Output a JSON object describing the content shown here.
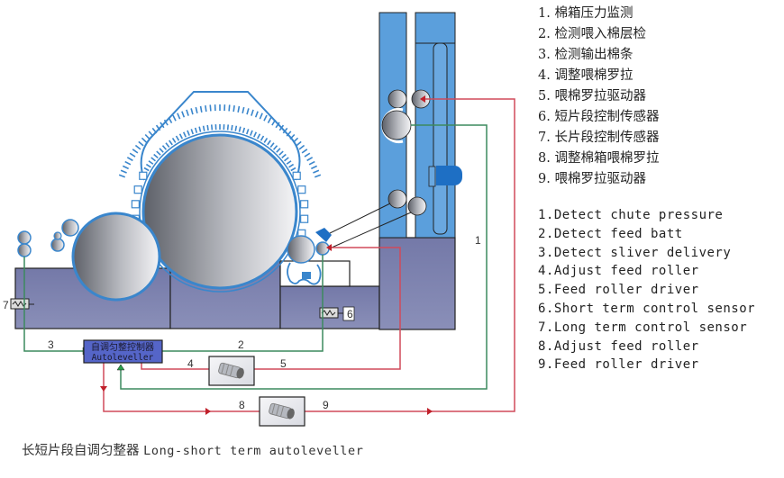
{
  "legend_cn": [
    "1. 棉箱压力监测",
    "2. 检测喂入棉层检",
    "3. 检测输出棉条",
    "4. 调整喂棉罗拉",
    "5. 喂棉罗拉驱动器",
    "6. 短片段控制传感器",
    "7. 长片段控制传感器",
    "8. 调整棉箱喂棉罗拉",
    "9. 喂棉罗拉驱动器"
  ],
  "legend_en": [
    "1.Detect chute pressure",
    "2.Detect feed batt",
    "3.Detect sliver delivery",
    "4.Adjust feed roller",
    "5.Feed roller driver",
    "6.Short term control sensor",
    "7.Long term control sensor",
    "8.Adjust feed roller",
    "9.Feed roller driver"
  ],
  "controller": {
    "label_cn": "自调匀整控制器",
    "label_en": "Autoleveller"
  },
  "line_labels": {
    "l1": "1",
    "l2": "2",
    "l3": "3",
    "l4": "4",
    "l5": "5",
    "l6": "6",
    "l7": "7",
    "l8": "8",
    "l9": "9"
  },
  "caption": {
    "cn": "长短片段自调匀整器",
    "en": "Long-short term autoleveller"
  },
  "colors": {
    "machine_body": "#7a7fad",
    "chute_blue": "#5b9fdc",
    "roller_outline": "#3a86cc",
    "signal_green": "#3c8a5e",
    "signal_red": "#d04a5a",
    "controller_fill": "#5565c8"
  }
}
